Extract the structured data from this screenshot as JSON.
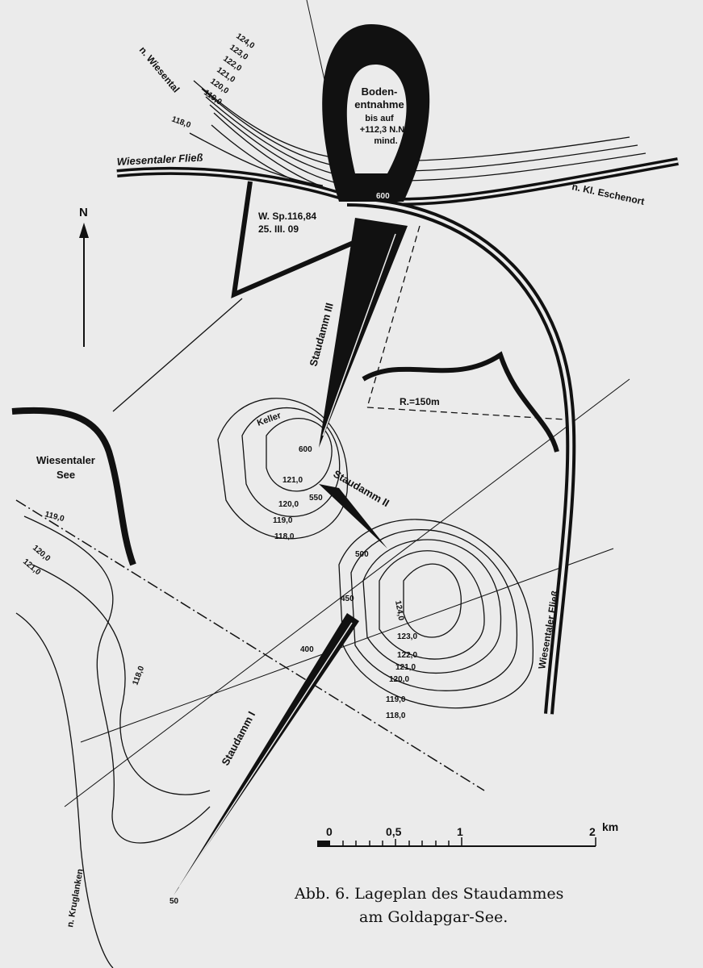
{
  "caption": {
    "line1": "Abb. 6.  Lageplan des Staudammes",
    "line2": "am  Goldapgar-See."
  },
  "north_arrow": {
    "label": "N"
  },
  "scale_bar": {
    "ticks": [
      "0",
      "0,5",
      "1",
      "2"
    ],
    "unit": "km"
  },
  "labels": {
    "wiesentaler_fliess_top": "Wiesentaler  Fließ",
    "wiesentaler_fliess_right": "Wiesentaler  Fließ",
    "n_wiesental": "n. Wiesental",
    "n_eschenort": "n. Kl. Eschenort",
    "n_kruglanken": "n. Kruglanken",
    "wiesentaler_see_1": "Wiesentaler",
    "wiesentaler_see_2": "See",
    "bodenentnahme_1": "Boden-",
    "bodenentnahme_2": "entnahme",
    "bodenentnahme_3": "bis auf",
    "bodenentnahme_4": "+112,3 N.N.",
    "bodenentnahme_5": "mind.",
    "wsp_1": "W. Sp.116,84",
    "wsp_2": "25. III. 09",
    "radius": "R.=150m",
    "keller": "Keller",
    "staudamm_1": "Staudamm I",
    "staudamm_2": "Staudamm II",
    "staudamm_3": "Staudamm III"
  },
  "contours_north": [
    "124,0",
    "123,0",
    "122,0",
    "121,0",
    "120,0",
    "119,0",
    "118,0"
  ],
  "contours_hill_left": [
    "121,0",
    "120,0",
    "119,0",
    "118,0"
  ],
  "contours_hill_right": [
    "124,0",
    "123,0",
    "122,0",
    "121,0",
    "120,0",
    "119,0",
    "118,0"
  ],
  "contours_west": [
    "119,0",
    "120,0",
    "121,0",
    "118,0"
  ],
  "stations": [
    "600",
    "600",
    "550",
    "500",
    "450",
    "400",
    "50"
  ]
}
